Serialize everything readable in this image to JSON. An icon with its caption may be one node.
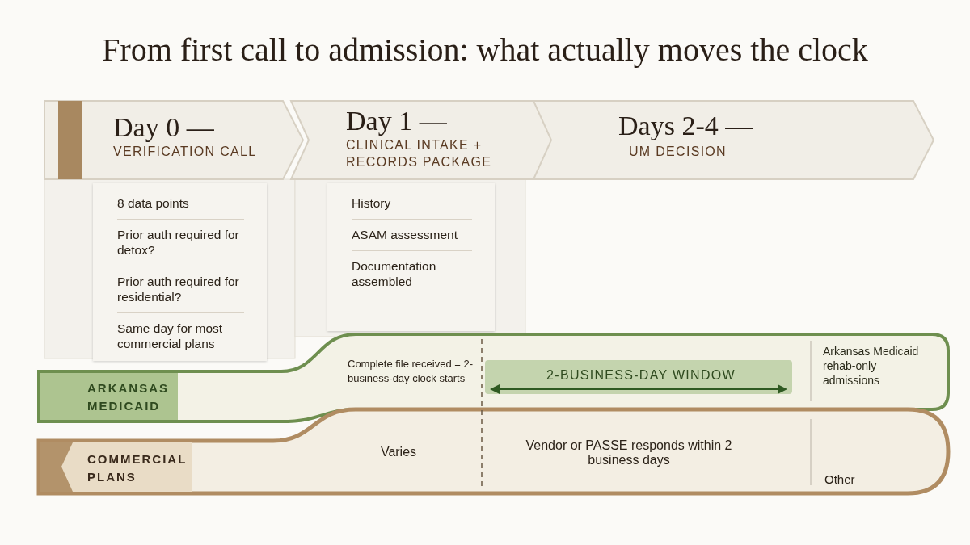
{
  "diagram": {
    "title": "From first call to admission: what actually moves the clock",
    "nodes": [
      {
        "text": [
          "Day 0 —",
          "VERIFICATION CALL"
        ]
      },
      {
        "text": [
          "Day 1 —",
          "CLINICAL INTAKE + RECORDS PACKAGE"
        ]
      },
      {
        "text": [
          "Days 2-4 —",
          "UM DECISION"
        ]
      },
      {
        "text": [
          "8 data points",
          "Prior auth required for detox?",
          "Prior auth required for residential?",
          "Same day for most commercial plans"
        ]
      },
      {
        "text": [
          "History",
          "ASAM assessment",
          "Documentation assembled"
        ]
      },
      {
        "text": [
          "ARKANSAS MEDICAID",
          "Complete file received = 2-business-day clock starts",
          "2-BUSINESS-DAY WINDOW",
          "Arkansas Medicaid rehab-only admissions"
        ]
      },
      {
        "text": [
          "COMMERCIAL PLANS",
          "Varies",
          "Vendor or PASSE responds within 2 business days",
          "Other"
        ]
      }
    ]
  }
}
